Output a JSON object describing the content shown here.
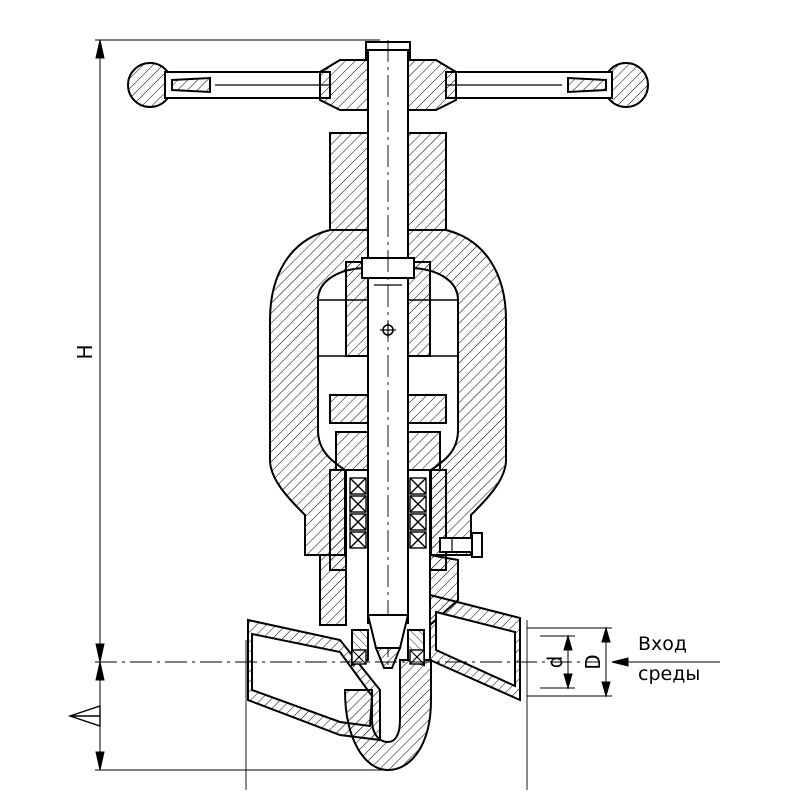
{
  "drawing": {
    "labels": {
      "height": "H",
      "pitch_d": "d",
      "outer_D": "D",
      "medium_in_line1": "Вход",
      "medium_in_line2": "среды"
    },
    "line_color": "#000000",
    "background": "#ffffff"
  }
}
